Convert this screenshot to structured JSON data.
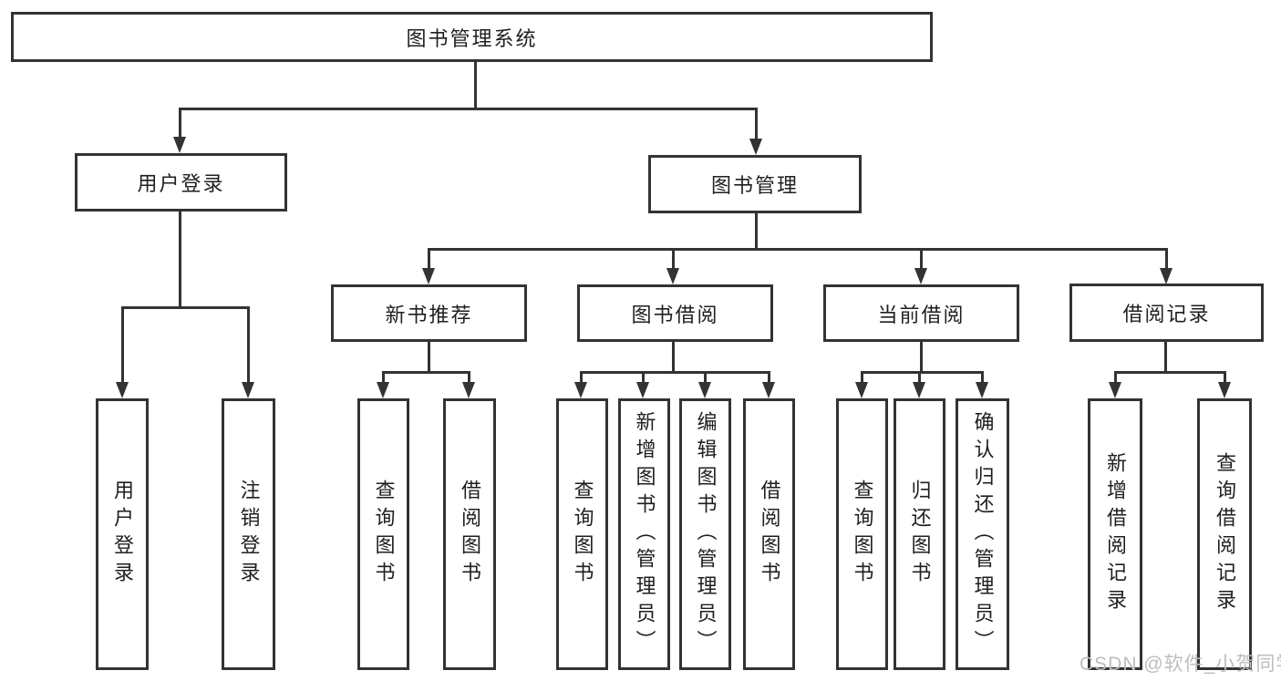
{
  "colors": {
    "line": "#333333",
    "box_fill": "#ffffff",
    "text": "#1f1f1f",
    "watermark": "#bdbdbd"
  },
  "root": {
    "label": "图书管理系统"
  },
  "level2": [
    {
      "label": "用户登录",
      "parent": "图书管理系统"
    },
    {
      "label": "图书管理",
      "parent": "图书管理系统"
    }
  ],
  "level3": [
    {
      "label": "新书推荐",
      "parent": "图书管理"
    },
    {
      "label": "图书借阅",
      "parent": "图书管理"
    },
    {
      "label": "当前借阅",
      "parent": "图书管理"
    },
    {
      "label": "借阅记录",
      "parent": "图书管理"
    }
  ],
  "leaves": [
    {
      "label": "用户登录",
      "parent": "用户登录"
    },
    {
      "label": "注销登录",
      "parent": "用户登录"
    },
    {
      "label": "查询图书",
      "parent": "新书推荐"
    },
    {
      "label": "借阅图书",
      "parent": "新书推荐"
    },
    {
      "label": "查询图书",
      "parent": "图书借阅"
    },
    {
      "label": "新增图书（管理员）",
      "parent": "图书借阅"
    },
    {
      "label": "编辑图书（管理员）",
      "parent": "图书借阅"
    },
    {
      "label": "借阅图书",
      "parent": "图书借阅"
    },
    {
      "label": "查询图书",
      "parent": "当前借阅"
    },
    {
      "label": "归还图书",
      "parent": "当前借阅"
    },
    {
      "label": "确认归还（管理员）",
      "parent": "当前借阅"
    },
    {
      "label": "新增借阅记录",
      "parent": "借阅记录"
    },
    {
      "label": "查询借阅记录",
      "parent": "借阅记录"
    }
  ],
  "watermark": {
    "text": "CSDN @软件_小贺同学"
  }
}
